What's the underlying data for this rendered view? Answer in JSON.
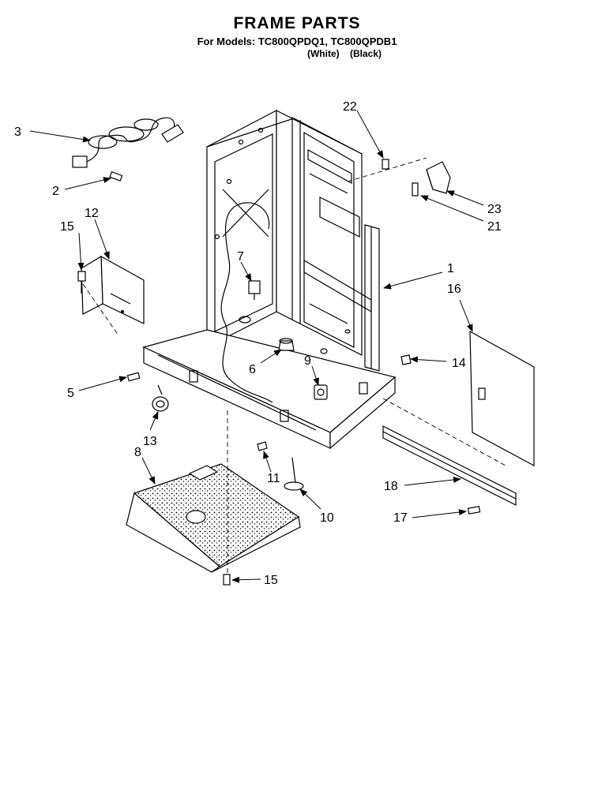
{
  "header": {
    "title": "FRAME PARTS",
    "models": "For Models: TC800QPDQ1, TC800QPDB1",
    "color_1": "(White)",
    "color_2": "(Black)"
  },
  "callouts": {
    "c1": "1",
    "c2": "2",
    "c3": "3",
    "c5": "5",
    "c6": "6",
    "c7": "7",
    "c8": "8",
    "c9": "9",
    "c10": "10",
    "c11": "11",
    "c12": "12",
    "c13": "13",
    "c14": "14",
    "c15a": "15",
    "c15b": "15",
    "c16": "16",
    "c17": "17",
    "c18": "18",
    "c21": "21",
    "c22": "22",
    "c23": "23"
  }
}
